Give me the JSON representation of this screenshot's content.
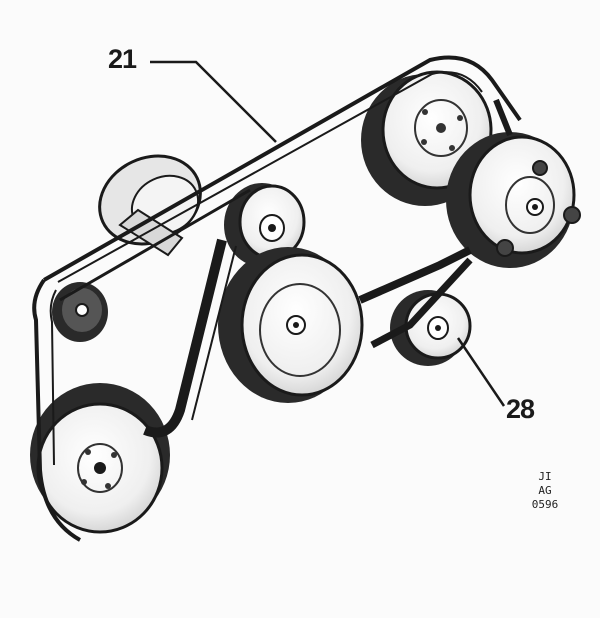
{
  "callouts": {
    "belt_ref": "21",
    "idler_ref": "28"
  },
  "stamp": {
    "line1": "JI",
    "line2": "AG",
    "line3": "0596"
  },
  "colors": {
    "ink": "#1a1a1a",
    "paper": "#fbfbfb",
    "shade": "#555555"
  }
}
